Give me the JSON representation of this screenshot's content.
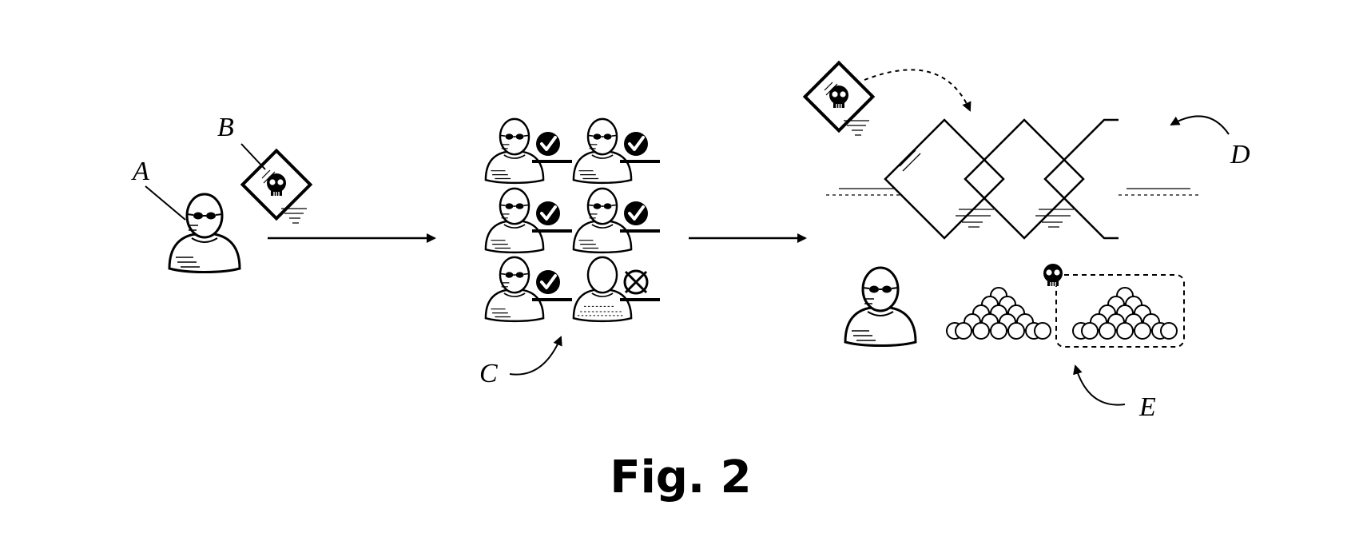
{
  "labels": {
    "a": "A",
    "b": "B",
    "c": "C",
    "d": "D",
    "e": "E"
  },
  "caption": "Fig. 2",
  "group_c": {
    "statuses": [
      "check",
      "check",
      "check",
      "check",
      "check",
      "cross"
    ]
  },
  "icons": {
    "agent": "masked-agent-icon",
    "payload": "skull-diamond-icon",
    "check": "check-badge-icon",
    "cross": "cross-badge-icon",
    "skull": "skull-icon",
    "coins": "coin-pile-icon"
  },
  "colors": {
    "ink": "#000000",
    "paper": "#ffffff"
  }
}
